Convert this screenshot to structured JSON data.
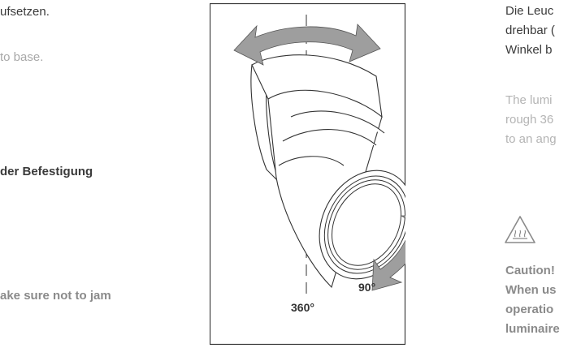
{
  "left_column": {
    "line1": "ufsetzen.",
    "line2": "to base.",
    "heading": "der Befestigung",
    "warning": "ake sure not to jam"
  },
  "figure": {
    "label_rotation": "360°",
    "label_tilt": "90°"
  },
  "right_column": {
    "german_lines": [
      "Die Leuc",
      "drehbar (",
      "Winkel b"
    ],
    "english_lines": [
      "The lumi",
      "rough 36",
      "to an ang"
    ],
    "warning_icon": "hot-surface-warning-icon",
    "caution_lines": [
      "Caution!",
      "When us",
      "operatio",
      "luminaire"
    ]
  }
}
